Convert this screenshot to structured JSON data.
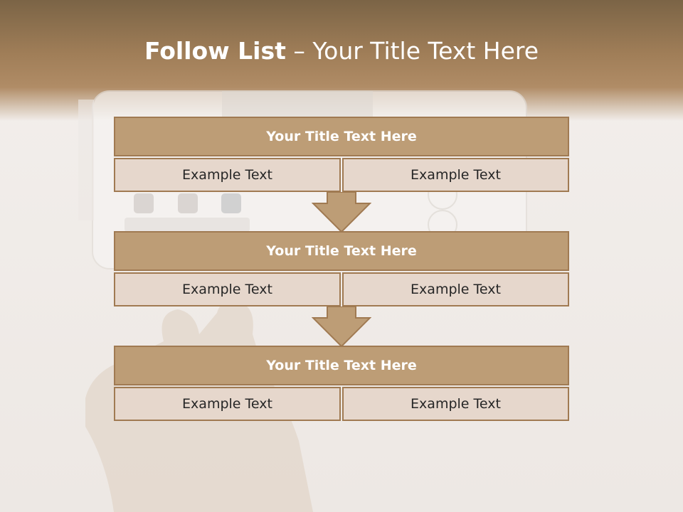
{
  "slide": {
    "title_strong": "Follow List",
    "title_rest": " – Your Title Text Here"
  },
  "steps": [
    {
      "title": "Your Title Text Here",
      "left": "Example Text",
      "right": "Example Text"
    },
    {
      "title": "Your Title Text Here",
      "left": "Example Text",
      "right": "Example Text"
    },
    {
      "title": "Your Title Text Here",
      "left": "Example Text",
      "right": "Example Text"
    }
  ],
  "colors": {
    "header": "#a07e58",
    "step_title_fill": "#bd9d76",
    "step_cell_fill": "#e6d7cc",
    "border": "#a07a52",
    "arrow_fill": "#bd9d76"
  }
}
